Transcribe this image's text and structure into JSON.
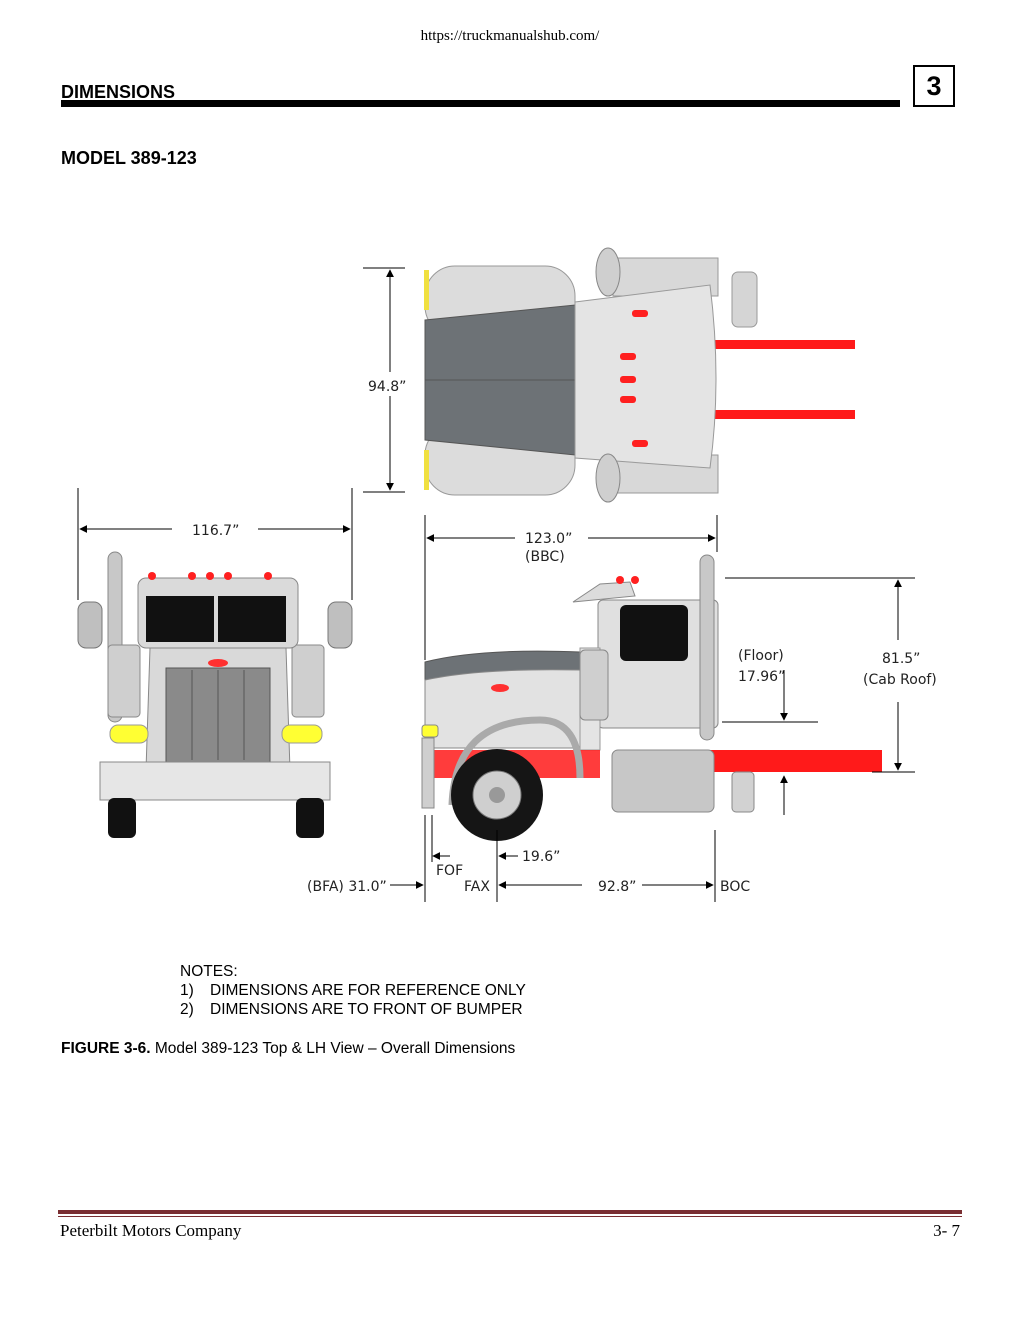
{
  "header": {
    "url": "https://truckmanualshub.com/"
  },
  "section": {
    "title": "DIMENSIONS",
    "chapter": "3"
  },
  "model_title": "MODEL 389-123",
  "figure": {
    "dimensions": {
      "width_top": "94.8”",
      "overall_width": "116.7”",
      "bbc_value": "123.0”",
      "bbc_label": "(BBC)",
      "floor_label": "(Floor)",
      "floor_value": "17.96”",
      "cab_roof_value": "81.5”",
      "cab_roof_label": "(Cab Roof)",
      "fof_value": "19.6”",
      "fof_label": "FOF",
      "bfa_label": "(BFA) 31.0”",
      "fax_label": "FAX",
      "fax_boc_value": "92.8”",
      "boc_label": "BOC"
    }
  },
  "notes": {
    "heading": "NOTES:",
    "items": [
      {
        "num": "1)",
        "text": "DIMENSIONS ARE FOR REFERENCE ONLY"
      },
      {
        "num": "2)",
        "text": "DIMENSIONS ARE TO FRONT OF BUMPER"
      }
    ]
  },
  "caption": {
    "label": "FIGURE 3-6.",
    "text": " Model 389-123 Top & LH View – Overall Dimensions"
  },
  "footer": {
    "company": "Peterbilt Motors Company",
    "page": "3- 7"
  }
}
